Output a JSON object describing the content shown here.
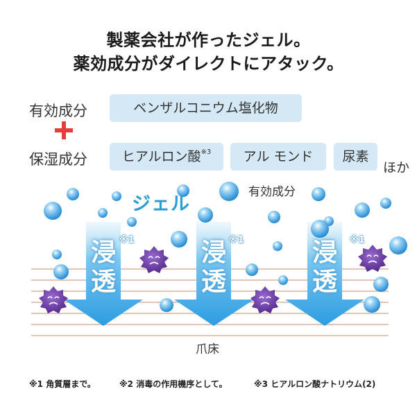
{
  "headline": {
    "line1": "製薬会社が作ったジェル。",
    "line2": "薬効成分がダイレクトにアタック。"
  },
  "active": {
    "label": "有効成分",
    "ingredient": "ベンザルコニウム塩化物"
  },
  "moisture": {
    "label": "保湿成分",
    "items": [
      {
        "name": "ヒアルロン酸",
        "note": "※3"
      },
      {
        "name": "アル モンド"
      },
      {
        "name": "尿素"
      }
    ],
    "suffix": "ほか"
  },
  "diagram": {
    "gel_label": "ジェル",
    "active_label": "有効成分",
    "arrow_text": "浸透",
    "arrow_note": "※1",
    "nail_bed_label": "爪床"
  },
  "footnotes": [
    "※1 角質層まで。",
    "※2 消毒の作用機序として。",
    "※3 ヒアルロン酸ナトリウム(2)"
  ],
  "colors": {
    "accent_red": "#e53c3c",
    "gel_blue": "#2a9fd6",
    "tag_bg": "#d4e8f6",
    "germ_purple": "#6b3fa0"
  }
}
